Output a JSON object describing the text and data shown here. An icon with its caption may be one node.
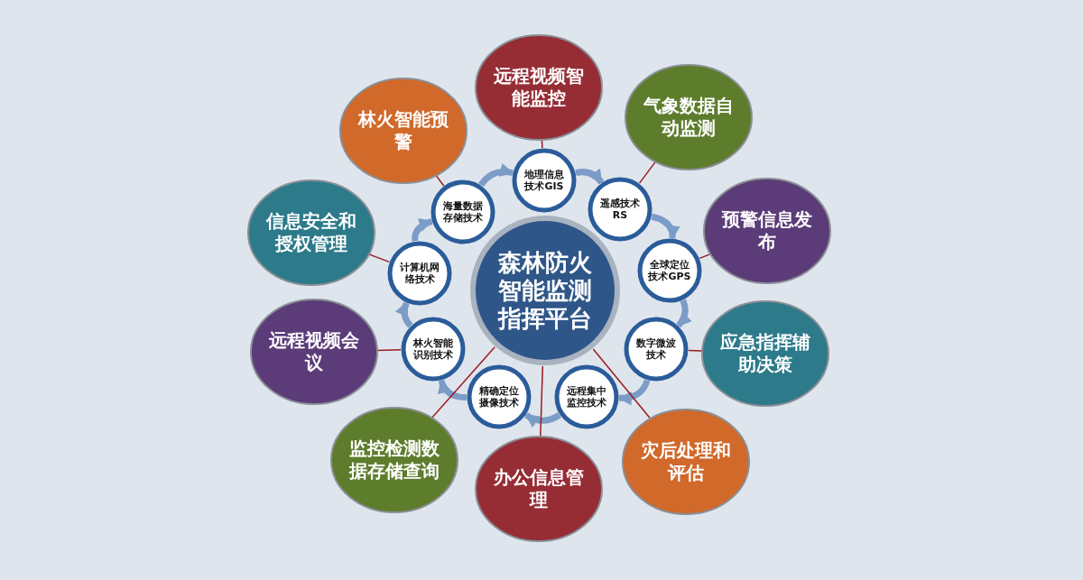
{
  "diagram": {
    "nodes": [
      {
        "text": [
          "森林防火智能监测指挥平台"
        ]
      },
      {
        "text": [
          "地理信息技术GIS"
        ]
      },
      {
        "text": [
          "遥感技术RS"
        ]
      },
      {
        "text": [
          "全球定位技术GPS"
        ]
      },
      {
        "text": [
          "数字微波技术"
        ]
      },
      {
        "text": [
          "远程集中监控技术"
        ]
      },
      {
        "text": [
          "精确定位摄像技术"
        ]
      },
      {
        "text": [
          "林火智能识别技术"
        ]
      },
      {
        "text": [
          "计算机网络技术"
        ]
      },
      {
        "text": [
          "海量数据存储技术"
        ]
      },
      {
        "text": [
          "远程视频智能监控"
        ]
      },
      {
        "text": [
          "气象数据自动监测"
        ]
      },
      {
        "text": [
          "预警信息发布"
        ]
      },
      {
        "text": [
          "应急指挥辅助决策"
        ]
      },
      {
        "text": [
          "灾后处理和评估"
        ]
      },
      {
        "text": [
          "办公信息管理"
        ]
      },
      {
        "text": [
          "监控检测数据存储查询"
        ]
      },
      {
        "text": [
          "远程视频会议"
        ]
      },
      {
        "text": [
          "信息安全和授权管理"
        ]
      },
      {
        "text": [
          "林火智能预警"
        ]
      }
    ],
    "edges": [
      {
        "from": 1,
        "to": 2,
        "arrow": "to",
        "style": "thick",
        "color": "#7c9cc8"
      },
      {
        "from": 2,
        "to": 3,
        "arrow": "to",
        "style": "thick",
        "color": "#7c9cc8"
      },
      {
        "from": 3,
        "to": 4,
        "arrow": "to",
        "style": "thick",
        "color": "#7c9cc8"
      },
      {
        "from": 4,
        "to": 5,
        "arrow": "to",
        "style": "thick",
        "color": "#7c9cc8"
      },
      {
        "from": 5,
        "to": 6,
        "arrow": "to",
        "style": "thick",
        "color": "#7c9cc8"
      },
      {
        "from": 6,
        "to": 7,
        "arrow": "to",
        "style": "thick",
        "color": "#7c9cc8"
      },
      {
        "from": 7,
        "to": 8,
        "arrow": "to",
        "style": "thick",
        "color": "#7c9cc8"
      },
      {
        "from": 8,
        "to": 9,
        "arrow": "to",
        "style": "thick",
        "color": "#7c9cc8"
      },
      {
        "from": 9,
        "to": 1,
        "arrow": "to",
        "style": "thick",
        "color": "#7c9cc8"
      },
      {
        "from": 10,
        "to": 1,
        "arrow": "none",
        "color": "#9b1b22"
      },
      {
        "from": 11,
        "to": 2,
        "arrow": "none",
        "color": "#9b1b22"
      },
      {
        "from": 12,
        "to": 3,
        "arrow": "none",
        "color": "#9b1b22"
      },
      {
        "from": 13,
        "to": 4,
        "arrow": "none",
        "color": "#9b1b22"
      },
      {
        "from": 14,
        "to": 0,
        "arrow": "none",
        "color": "#9b1b22"
      },
      {
        "from": 15,
        "to": 0,
        "arrow": "none",
        "color": "#9b1b22"
      },
      {
        "from": 16,
        "to": 0,
        "arrow": "none",
        "color": "#9b1b22"
      },
      {
        "from": 17,
        "to": 7,
        "arrow": "none",
        "color": "#9b1b22"
      },
      {
        "from": 18,
        "to": 8,
        "arrow": "none",
        "color": "#9b1b22"
      },
      {
        "from": 19,
        "to": 9,
        "arrow": "none",
        "color": "#9b1b22"
      }
    ]
  }
}
